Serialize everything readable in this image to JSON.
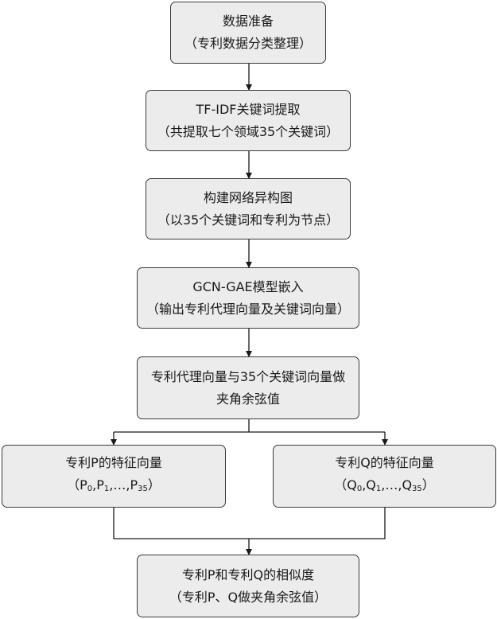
{
  "nodes": {
    "data_prep": {
      "line1": "数据准备",
      "line2": "（专利数据分类整理）"
    },
    "tfidf": {
      "line1": "TF-IDF关键词提取",
      "line2": "（共提取七个领域35个关键词）"
    },
    "graph": {
      "line1": "构建网络异构图",
      "line2": "（以35个关键词和专利为节点）"
    },
    "gcn": {
      "line1": "GCN-GAE模型嵌入",
      "line2": "（输出专利代理向量及关键词向量）"
    },
    "cosine": {
      "line1": "专利代理向量与35个关键词向量做",
      "line2": "夹角余弦值"
    },
    "feature_p": {
      "line1": "专利P的特征向量",
      "open": "（",
      "letter": "P",
      "sub0": "0",
      "sub1": "1",
      "sub35": "35",
      "sep": ",",
      "ellipsis": "…,",
      "close": "）"
    },
    "feature_q": {
      "line1": "专利Q的特征向量",
      "open": "（",
      "letter": "Q",
      "sub0": "0",
      "sub1": "1",
      "sub35": "35",
      "sep": ",",
      "ellipsis": "…,",
      "close": "）"
    },
    "similarity": {
      "line1": "专利P和专利Q的相似度",
      "line2": "（专利P、Q做夹角余弦值）"
    }
  },
  "colors": {
    "box_fill": "#ececec",
    "box_border": "#3a3a3a",
    "connector": "#1a1a1a"
  }
}
